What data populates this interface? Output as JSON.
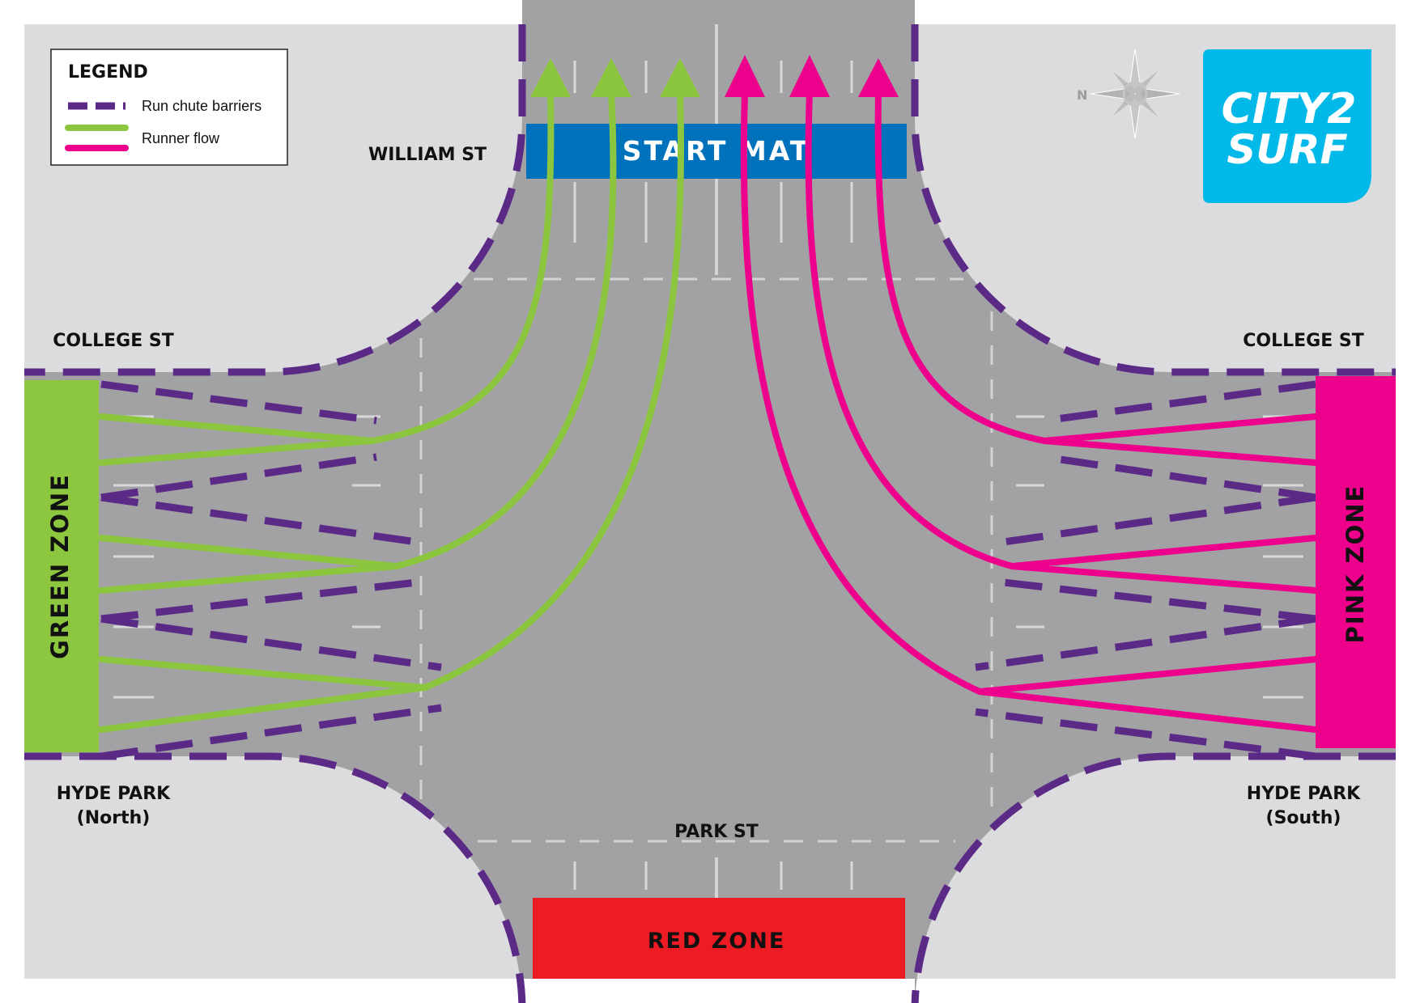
{
  "legend": {
    "title": "LEGEND",
    "items": [
      {
        "label": "Run chute barriers",
        "color": "#5b2a86",
        "style": "dashed"
      },
      {
        "label": "Runner flow",
        "color": "#8cc63f",
        "style": "solid"
      }
    ]
  },
  "streets": {
    "north": "WILLIAM ST",
    "west": "COLLEGE ST",
    "east": "COLLEGE ST",
    "south": "PARK ST",
    "southwest": {
      "line1": "HYDE PARK",
      "line2": "(North)"
    },
    "southeast": {
      "line1": "HYDE PARK",
      "line2": "(South)"
    }
  },
  "zones": {
    "start": {
      "label": "START MAT",
      "color": "#0072bc"
    },
    "green": {
      "label": "GREEN ZONE",
      "color": "#8dc63f"
    },
    "pink": {
      "label": "PINK ZONE",
      "color": "#ec008c"
    },
    "red": {
      "label": "RED ZONE",
      "color": "#ed1c24"
    }
  },
  "compass": {
    "label": "N"
  },
  "logo": {
    "line1": "CITY2",
    "line2": "SURF",
    "color": "#00b9e8"
  },
  "colors": {
    "road": "#a2a2a5",
    "sidewalk": "#dcdcde",
    "barrier": "#5b2a86",
    "green_flow": "#8cc63f",
    "pink_flow": "#ec008c"
  }
}
